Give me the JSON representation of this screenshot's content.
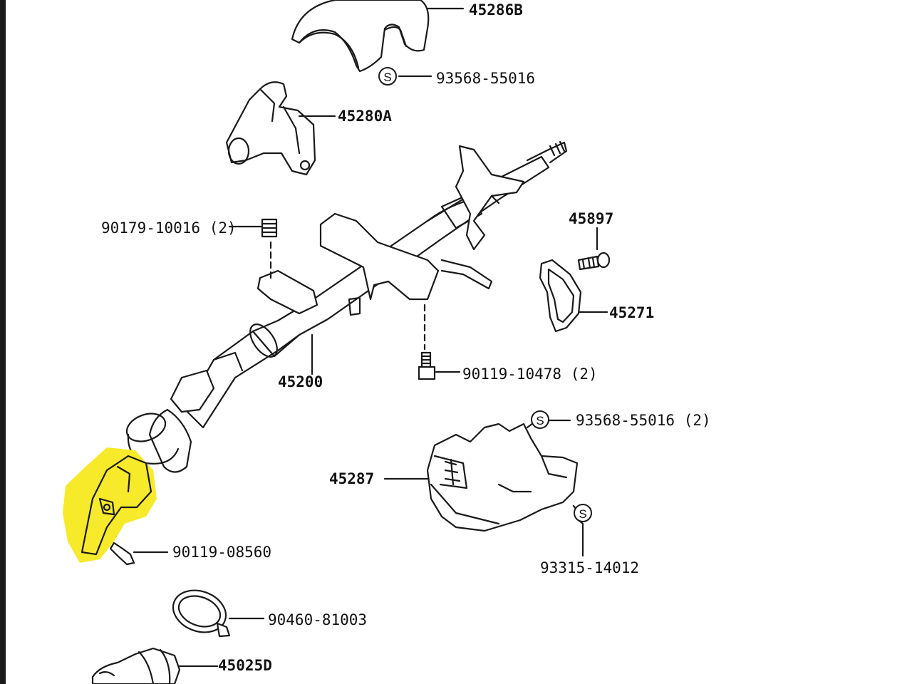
{
  "parts": {
    "p45286B": "45286B",
    "p93568_top": "93568-55016",
    "p45280A": "45280A",
    "p90179": "90179-10016 (2)",
    "p45897": "45897",
    "p45271": "45271",
    "p45200": "45200",
    "p90119_10478": "90119-10478 (2)",
    "p93568_mid": "93568-55016 (2)",
    "p45287": "45287",
    "p90119_08560": "90119-08560",
    "p93315": "93315-14012",
    "p90460": "90460-81003",
    "p45025D": "45025D"
  },
  "markers": {
    "s_symbol": "S"
  },
  "colors": {
    "highlight": "#f7ea2a",
    "line": "#1a1a1a",
    "background": "#ffffff"
  }
}
